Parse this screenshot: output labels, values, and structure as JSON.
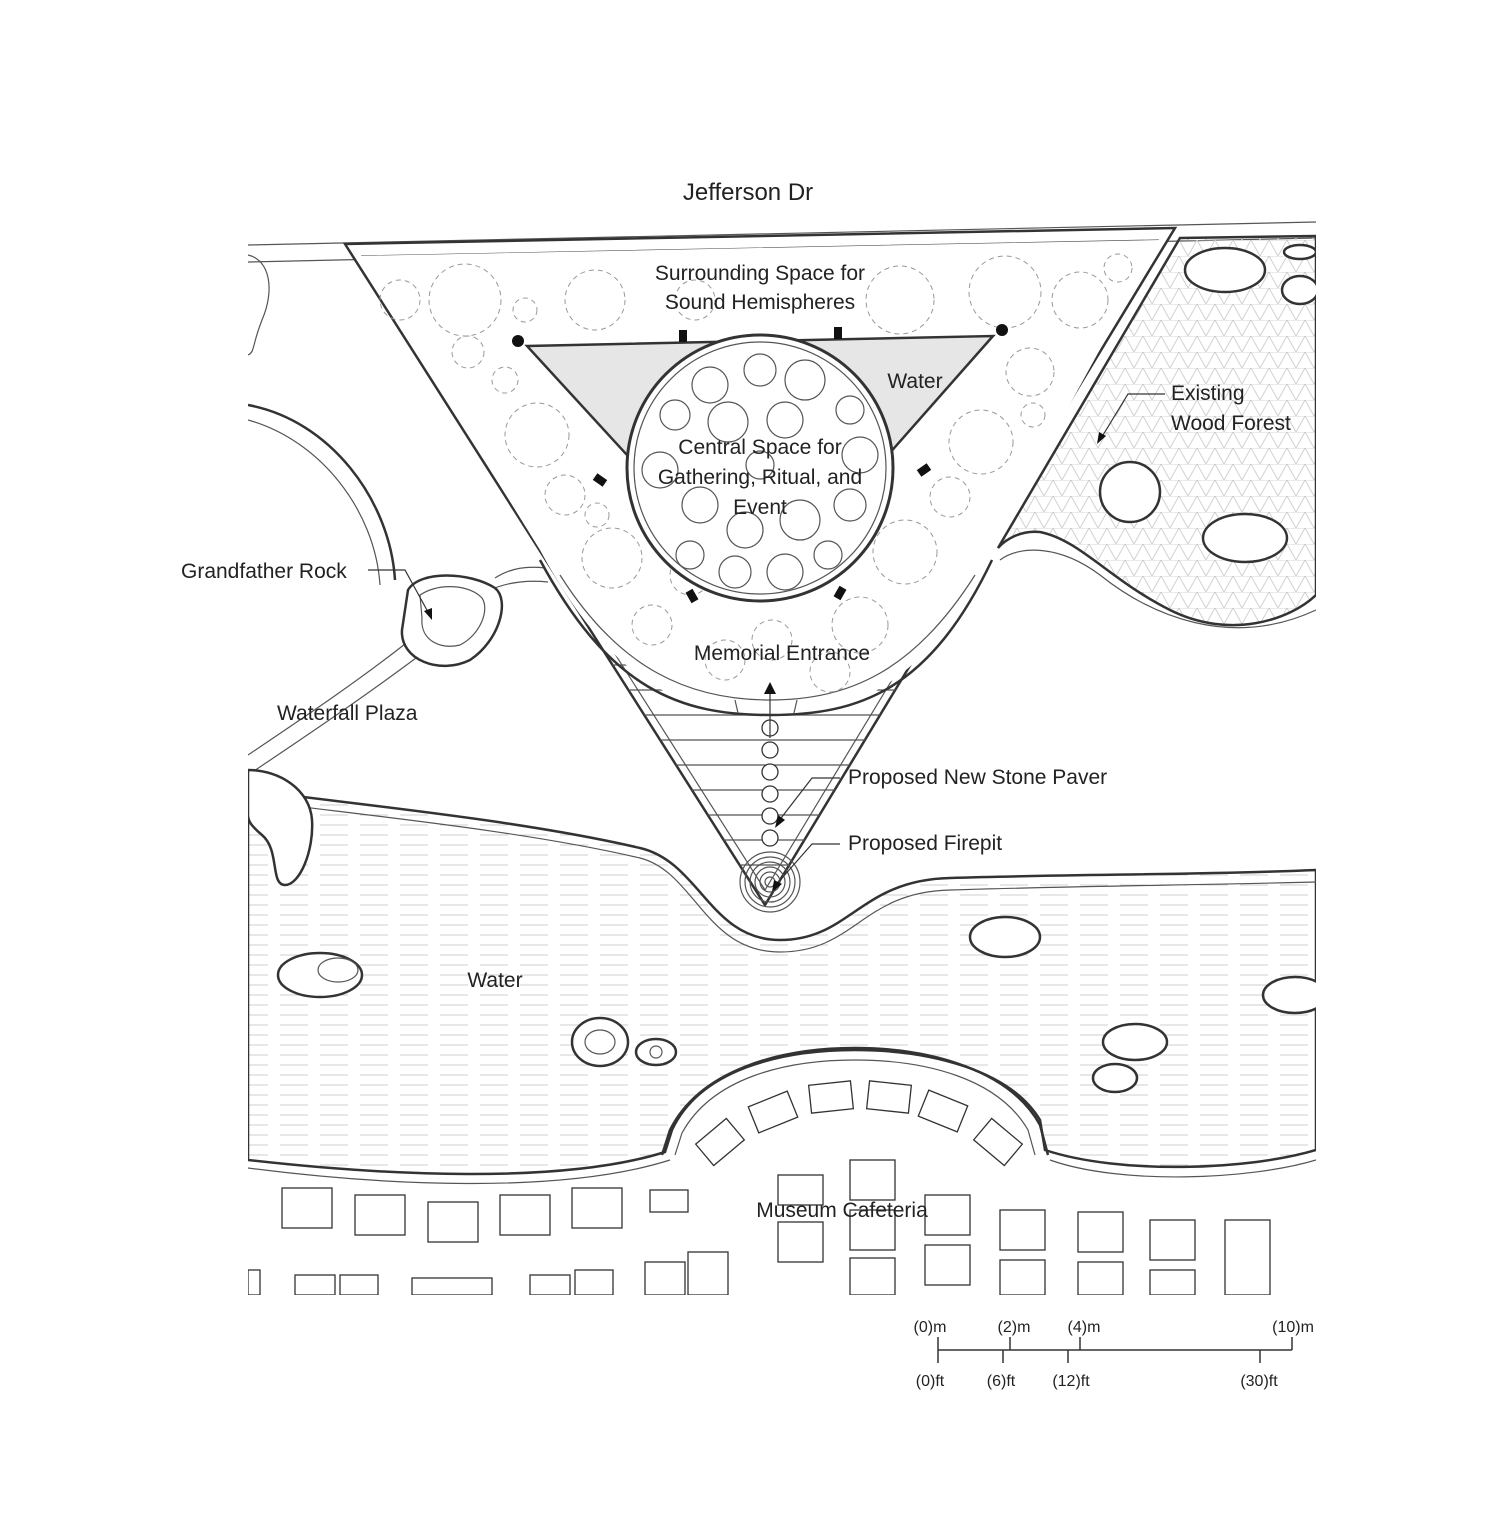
{
  "labels": {
    "street": "Jefferson Dr",
    "surrounding_space_line1": "Surrounding Space for",
    "surrounding_space_line2": "Sound Hemispheres",
    "water_upper": "Water",
    "central_line1": "Central Space for",
    "central_line2": "Gathering, Ritual, and",
    "central_line3": "Event",
    "existing_forest_line1": "Existing",
    "existing_forest_line2": "Wood Forest",
    "grandfather_rock": "Grandfather Rock",
    "memorial_entrance": "Memorial Entrance",
    "waterfall_plaza": "Waterfall Plaza",
    "stone_paver": "Proposed New Stone Paver",
    "firepit": "Proposed Firepit",
    "water_lower": "Water",
    "museum_cafeteria": "Museum Cafeteria"
  },
  "scale_bar": {
    "meters": [
      "(0)m",
      "(2)m",
      "(4)m",
      "(10)m"
    ],
    "feet": [
      "(0)ft",
      "(6)ft",
      "(12)ft",
      "(30)ft"
    ]
  },
  "colors": {
    "line": "#333333",
    "water_fill": "#e6e6e6",
    "background": "#ffffff"
  }
}
